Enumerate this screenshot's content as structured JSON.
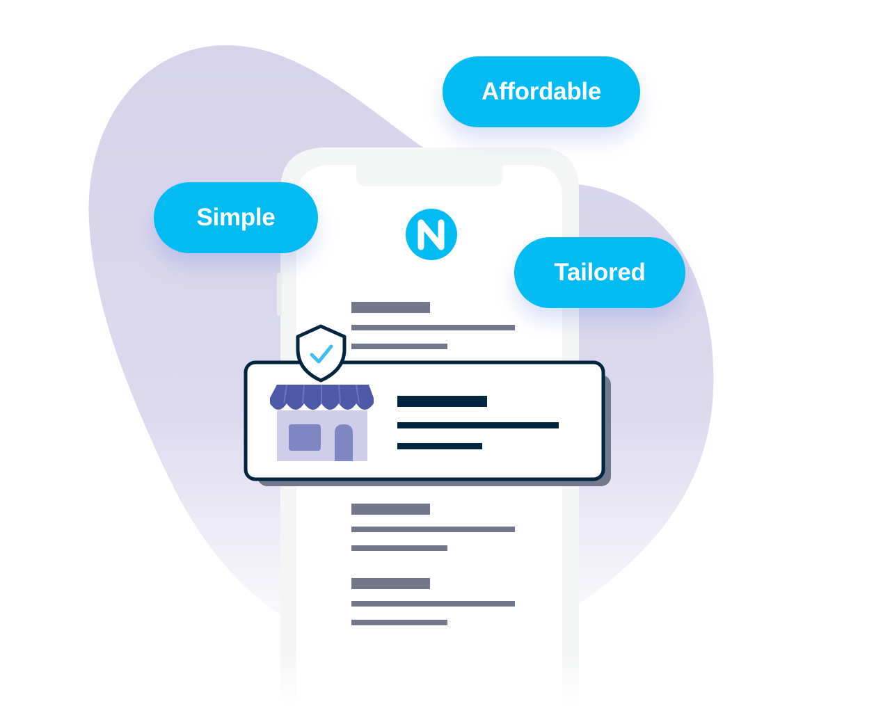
{
  "badges": [
    {
      "label": "Affordable"
    },
    {
      "label": "Simple"
    },
    {
      "label": "Tailored"
    }
  ],
  "logo": {
    "letter": "N",
    "icon": "brand-n-logo-icon"
  },
  "icons": {
    "shield": "shield-check-icon",
    "store": "storefront-icon"
  },
  "colors": {
    "blob": "#d8d5eb",
    "accent": "#02bbf2",
    "navy": "#02253f",
    "text_line": "#72778b",
    "phone_frame": "#f4f5f5",
    "store_awning": "#4d59a8",
    "store_body": "#d0cdea",
    "store_door": "#7e86c4",
    "card_shadow": "#73798d"
  }
}
